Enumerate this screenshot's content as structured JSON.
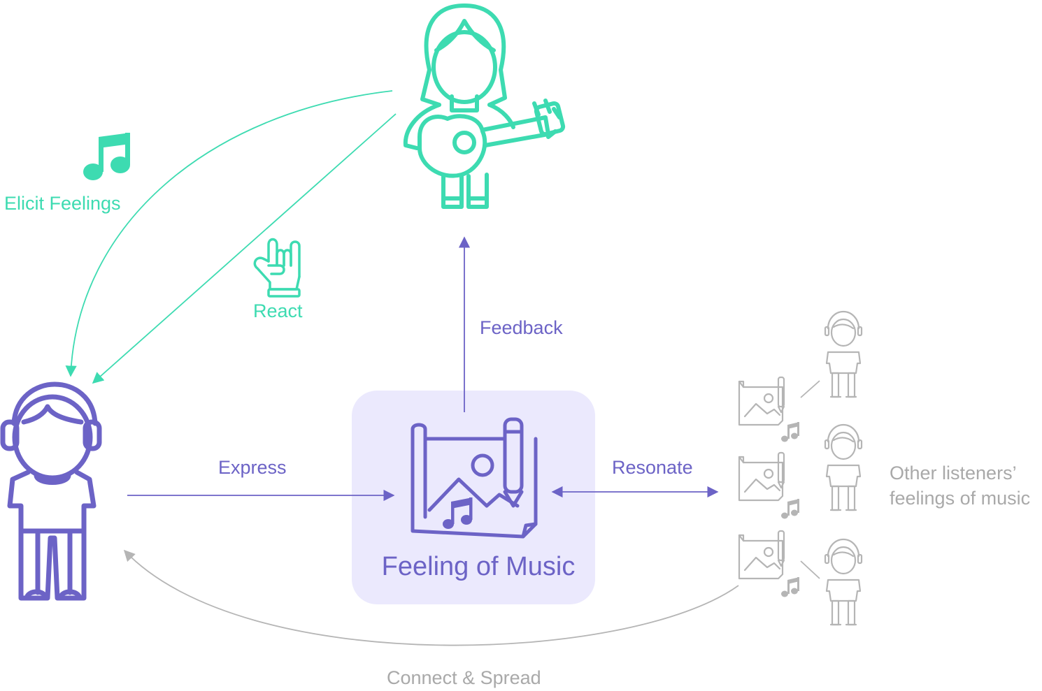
{
  "diagram": {
    "center_box": {
      "title": "Feeling of Music"
    },
    "labels": {
      "elicit": "Elicit Feelings",
      "react": "React",
      "feedback": "Feedback",
      "express": "Express",
      "resonate": "Resonate",
      "connect": "Connect & Spread",
      "others_line1": "Other listeners’",
      "others_line2": "feelings of music"
    },
    "colors": {
      "musician": "#3ddbb1",
      "listener": "#6c63c6",
      "others": "#a9a9a9",
      "box_fill": "#ebe9fd"
    },
    "icons": [
      "musician-icon",
      "listener-icon",
      "music-note-icon",
      "rock-hand-icon",
      "music-artwork-icon",
      "other-listener-icon",
      "mini-artwork-icon"
    ]
  }
}
